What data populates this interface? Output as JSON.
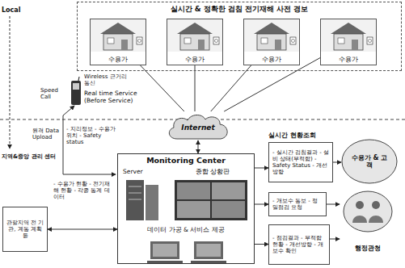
{
  "diagram": {
    "nodes": [
      {
        "text": [
          "실시간 & 정확한 검침 전기재해 사전 경보"
        ]
      },
      {
        "text": [
          "수용가"
        ],
        "in": 0
      },
      {
        "text": [
          "수용가"
        ],
        "in": 0
      },
      {
        "text": [
          "수용가"
        ],
        "in": 0
      },
      {
        "text": [
          "수용가"
        ],
        "in": 0
      },
      {
        "text": [
          "Internet"
        ]
      },
      {
        "text": [
          "Monitoring Center",
          "Server",
          "종합 상황판",
          "데이터 가공 & 서비스 제공"
        ]
      },
      {
        "text": [
          "- 실시간 검침결과 - 설비 상태(부적합) - Safety Status - 개선방향"
        ]
      },
      {
        "text": [
          "수용가 & 고객"
        ]
      },
      {
        "text": [
          "- 개보수 통보 - 정밀점검 요청"
        ]
      },
      {
        "text": [
          "행정관청"
        ]
      },
      {
        "text": [
          "- 점검결과 - 부적합 현황 - 개선방향 - 개보수 확인"
        ]
      },
      {
        "text": [
          "관할지역 전 기관, 계통 계획 등"
        ]
      }
    ],
    "edges": [
      {
        "from": 1,
        "to": 5,
        "arrow": "none"
      },
      {
        "from": 2,
        "to": 5,
        "arrow": "none"
      },
      {
        "from": 3,
        "to": 5,
        "arrow": "none"
      },
      {
        "from": 4,
        "to": 5,
        "arrow": "none"
      },
      {
        "from": 5,
        "to": 6,
        "arrow": "both"
      },
      {
        "from": 6,
        "to": 7,
        "arrow": "to"
      },
      {
        "from": 7,
        "to": 8,
        "arrow": "to"
      },
      {
        "from": 6,
        "to": 9,
        "arrow": "to"
      },
      {
        "from": 9,
        "to": 10,
        "arrow": "to"
      },
      {
        "from": 6,
        "to": 11,
        "arrow": "to"
      },
      {
        "from": 11,
        "to": 10,
        "arrow": "to"
      },
      {
        "from": 6,
        "to": 12,
        "arrow": "both"
      }
    ],
    "labels": [
      "Local",
      "Wireless 근거리 통신",
      "Speed Call",
      "Real time Service (Before Service)",
      "원격 Data Upload",
      "- 지리정보 - 수용가 위치 - Safety status",
      "지역&중앙 관리 센터",
      "실시간 현황조회",
      "- 수용가 현황 - 전기재해 현황 - 각종 통계 데이터"
    ]
  }
}
